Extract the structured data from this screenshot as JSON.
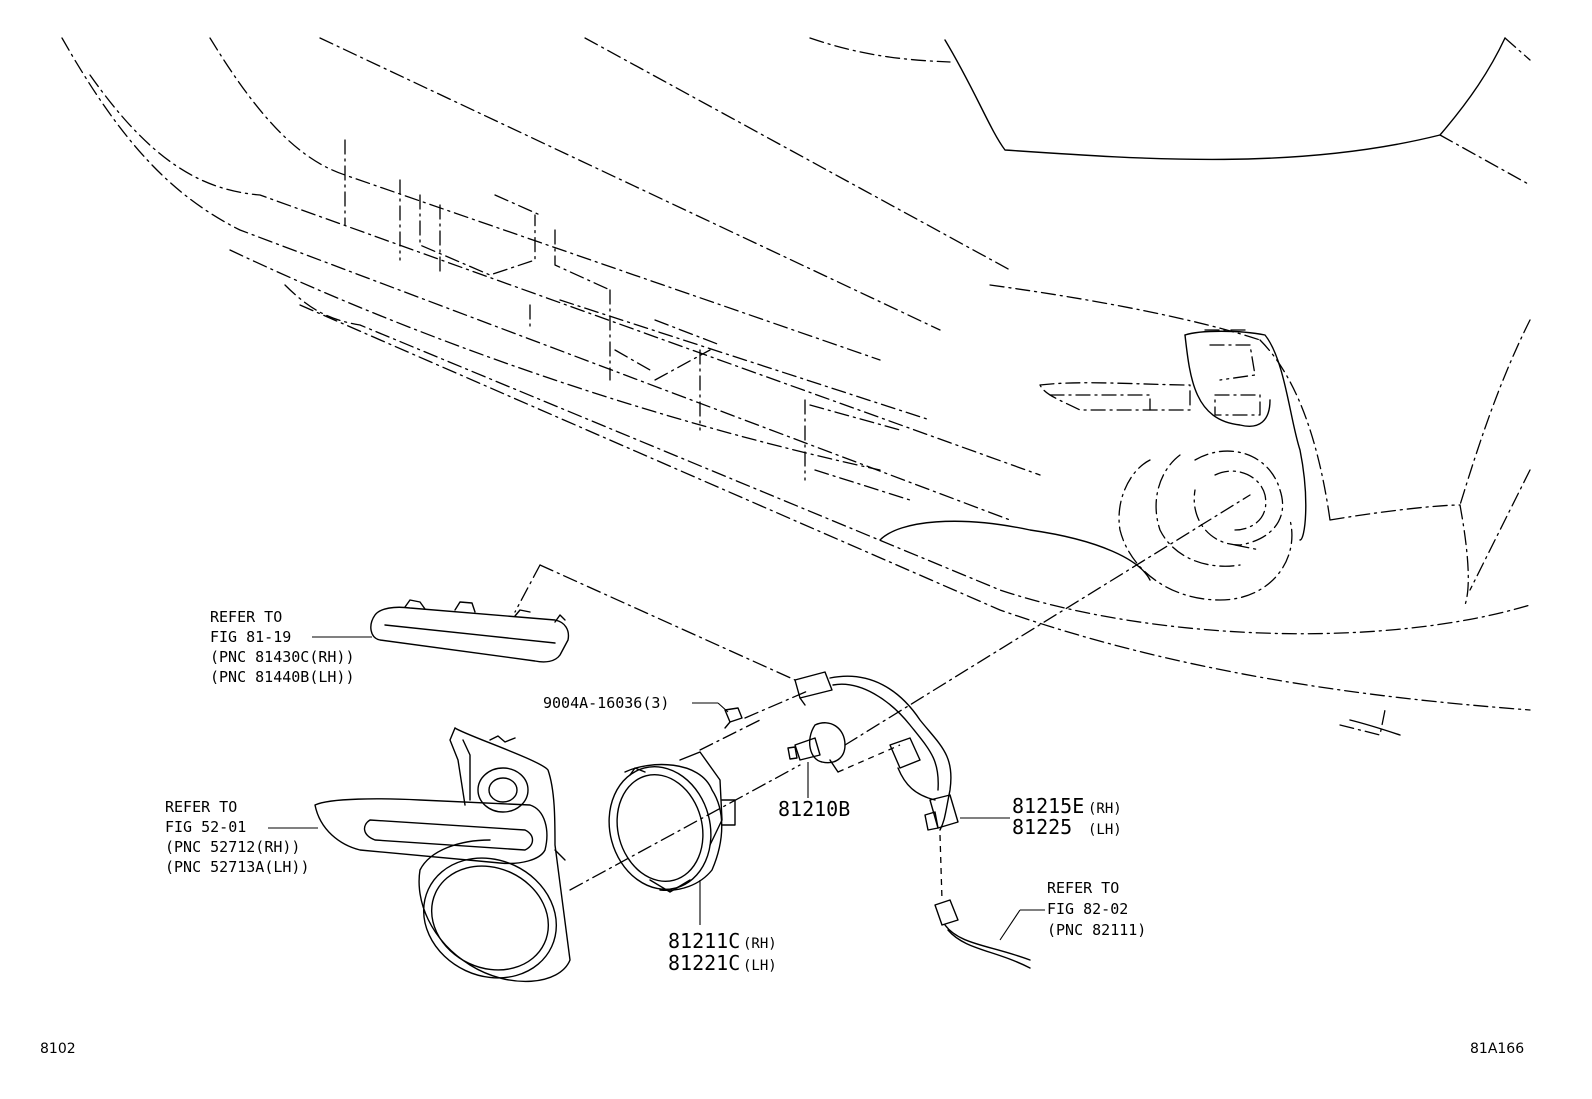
{
  "footer": {
    "left_code": "8102",
    "right_code": "81A166"
  },
  "callouts": {
    "fig_81_19": {
      "line1": "REFER TO",
      "line2": "FIG 81-19",
      "line3": "(PNC 81430C(RH))",
      "line4": "(PNC 81440B(LH))"
    },
    "fig_52_01": {
      "line1": "REFER TO",
      "line2": "FIG 52-01",
      "line3": "(PNC 52712(RH))",
      "line4": "(PNC 52713A(LH))"
    },
    "fig_82_02": {
      "line1": "REFER TO",
      "line2": "FIG 82-02",
      "line3": "(PNC 82111)"
    },
    "screw": {
      "text": "9004A-16036(3)"
    },
    "bulb": {
      "text": "81210B"
    },
    "socket": {
      "num1": "81215E",
      "side1": "(RH)",
      "num2": "81225",
      "side2": "(LH)"
    },
    "lamp": {
      "num1": "81211C",
      "side1": "(RH)",
      "num2": "81221C",
      "side2": "(LH)"
    }
  }
}
